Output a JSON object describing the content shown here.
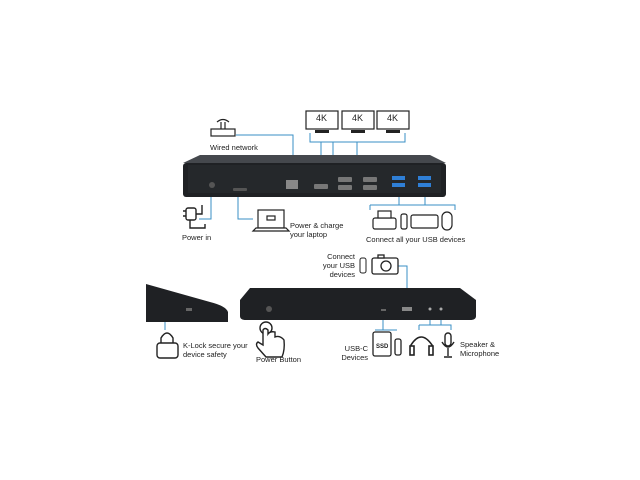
{
  "colors": {
    "accent_line": "#3a8fc4",
    "dock_body": "#1f2124",
    "dock_top": "#45484d",
    "usb_port": "#2f7fd6",
    "icon": "#222222"
  },
  "top_view": {
    "monitors": [
      {
        "label": "4K"
      },
      {
        "label": "4K"
      },
      {
        "label": "4K"
      }
    ],
    "labels": {
      "wired_network": "Wired network",
      "power_in": "Power in",
      "power_laptop_1": "Power & charge",
      "power_laptop_2": "your laptop",
      "usb_devices": "Connect all your USB devices"
    },
    "icons": [
      "router-icon",
      "monitor-icon",
      "power-adapter-icon",
      "laptop-icon",
      "printer-icon",
      "usb-stick-icon",
      "keyboard-icon",
      "mouse-icon"
    ]
  },
  "bottom_view": {
    "labels": {
      "connect_usb_1": "Connect",
      "connect_usb_2": "your USB",
      "connect_usb_3": "devices",
      "klock_1": "K-Lock secure your",
      "klock_2": "device safety",
      "power_button": "Power Button",
      "usbc_1": "USB-C",
      "usbc_2": "Devices",
      "speaker_1": "Speaker &",
      "speaker_2": "Microphone",
      "ssd": "SSD"
    },
    "icons": [
      "camera-icon",
      "usb-stick-icon",
      "lock-icon",
      "hand-pointer-icon",
      "ssd-icon",
      "headphones-icon",
      "microphone-icon"
    ]
  }
}
